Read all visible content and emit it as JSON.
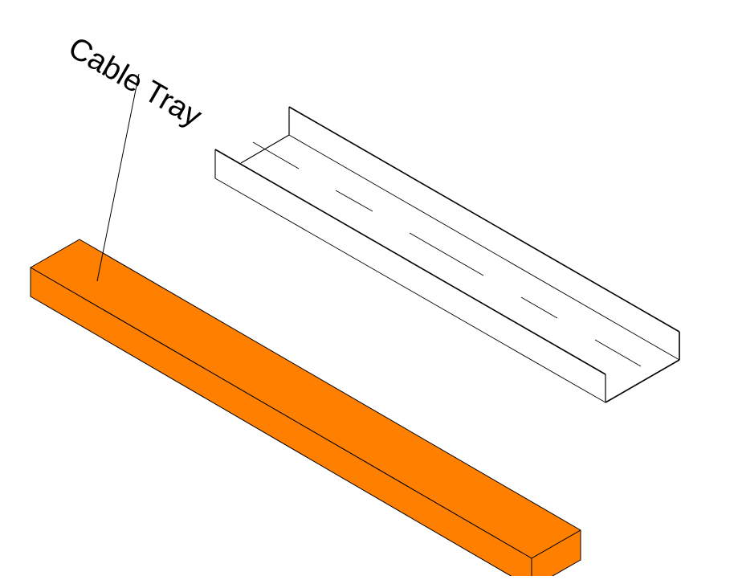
{
  "diagram": {
    "label": "Cable Tray",
    "colors": {
      "solid_fill": "#ff8000",
      "line": "#000000",
      "background": "#ffffff"
    },
    "objects": [
      {
        "name": "cable-tray-wireframe",
        "style": "line drawing, open U-channel"
      },
      {
        "name": "cable-tray-solid",
        "style": "orange filled box"
      }
    ]
  }
}
